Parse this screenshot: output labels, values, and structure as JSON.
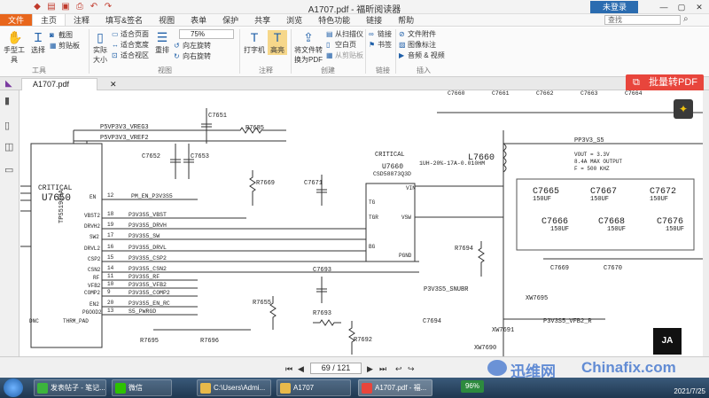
{
  "window": {
    "title": "A1707.pdf - 福昕阅读器",
    "login_label": "未登录"
  },
  "menu": [
    "文件",
    "主页",
    "注释",
    "填写&签名",
    "视图",
    "表单",
    "保护",
    "共享",
    "浏览",
    "特色功能",
    "链接",
    "帮助"
  ],
  "search": {
    "placeholder": "查找"
  },
  "ribbon": {
    "hand_tool": "手型工具",
    "select": "选择",
    "snapshot": "截图",
    "clipboard": "剪贴板",
    "actual_size": "实际大小",
    "fit_page": "适合页面",
    "fit_width": "适合宽度",
    "fit_visible": "适合视区",
    "zoom": "75%",
    "reflow": "重排",
    "rotate_left": "向左旋转",
    "rotate_right": "向右旋转",
    "typewriter": "打字机",
    "highlight": "高亮",
    "to_pdf": "将文件转换为PDF",
    "from_scanner": "从扫描仪",
    "blank_page": "空白页",
    "from_clipboard": "从剪贴板",
    "link": "链接",
    "bookmark": "书签",
    "file_attach": "文件附件",
    "image_note": "图像标注",
    "audio_video": "音频 & 视频",
    "groups": {
      "tools": "工具",
      "view": "视图",
      "annotate": "注释",
      "create": "创建",
      "links": "链接",
      "insert": "插入"
    }
  },
  "tab": {
    "label": "A1707.pdf"
  },
  "convert_button": "批量转PDF",
  "schematic": {
    "labels": {
      "critical": "CRITICAL",
      "u7650": "U7650",
      "tps": "TPS51980A",
      "u7660": "U7660",
      "csd": "CSD58873Q3D",
      "l7660": "L7660",
      "l7660_spec": "1UH-20%-17A-0.010HM",
      "r7685": "R7685",
      "r7669": "R7669",
      "r7694": "R7694",
      "r7655": "R7655",
      "r7693": "R7693",
      "r7692": "R7692",
      "r7695": "R7695",
      "r7696": "R7696",
      "c7651": "C7651",
      "c7652": "C7652",
      "c7653": "C7653",
      "c7671": "C7671",
      "c7693": "C7693",
      "c7694": "C7694",
      "c7665": "C7665",
      "c7667": "C7667",
      "c7672": "C7672",
      "c7666": "C7666",
      "c7668": "C7668",
      "c7676": "C7676",
      "c7669": "C7669",
      "c7670": "C7670",
      "c7660": "C7660",
      "c7661": "C7661",
      "c7662": "C7662",
      "c7663": "C7663",
      "c7664": "C7664",
      "xw7695": "XW7695",
      "xw7691": "XW7691",
      "xw7690": "XW7690",
      "cap_150uf": "150UF",
      "pp3v3_s5": "PP3V3_S5",
      "p5vp3v3_vreg3": "P5VP3V3_VREG3",
      "p5vp3v3_vref2": "P5VP3V3_VREF2",
      "p3v3s5_vbst": "P3V3S5_VBST",
      "p3v3s5_drvh": "P3V3S5_DRVH",
      "p3v3s5_sw": "P3V3S5_SW",
      "p3v3s5_drvl": "P3V3S5_DRVL",
      "p3v3s5_csp2": "P3V3S5_CSP2",
      "p3v3s5_csn2": "P3V3S5_CSN2",
      "p3v3s5_rf": "P3V3S5_RF",
      "p3v3s5_vfb2": "P3V3S5_VFB2",
      "p3v3s5_comp2": "P3V3S5_COMP2",
      "p3v3s5_en_rc": "P3V3S5_EN_RC",
      "s5_pwrgd": "S5_PWRGD",
      "pm_en": "PM_EN_P3V3S5",
      "p3v3s5_snubr": "P3V3S5_SNUBR",
      "p3v3s5_vfb2_r": "P3V3S5_VFB2_R",
      "vout": "VOUT = 3.3V",
      "imax": "8.4A MAX OUTPUT",
      "fsw": "F = 500 KHZ",
      "pins": [
        "EN",
        "VBST2",
        "DRVH2",
        "SW2",
        "DRVL2",
        "CSP2",
        "CSN2",
        "RF",
        "VFB2",
        "COMP2",
        "EN2",
        "PGOOD2",
        "DNC",
        "THRM_PAD",
        "VIN",
        "TG",
        "TGR",
        "BG",
        "VSW",
        "PGND"
      ],
      "pin_nums": [
        "12",
        "18",
        "19",
        "17",
        "16",
        "15",
        "14",
        "11",
        "10",
        "9",
        "20",
        "13"
      ]
    }
  },
  "nav": {
    "page": "69 / 121"
  },
  "watermark": {
    "brand": "迅维网",
    "site": "Chinafix.com"
  },
  "taskbar": {
    "tasks": [
      "发表帖子 - 笔记...",
      "微信",
      "C:\\Users\\Admi...",
      "A1707",
      "A1707.pdf - 福..."
    ],
    "net": "96%",
    "date": "2021/7/25"
  }
}
